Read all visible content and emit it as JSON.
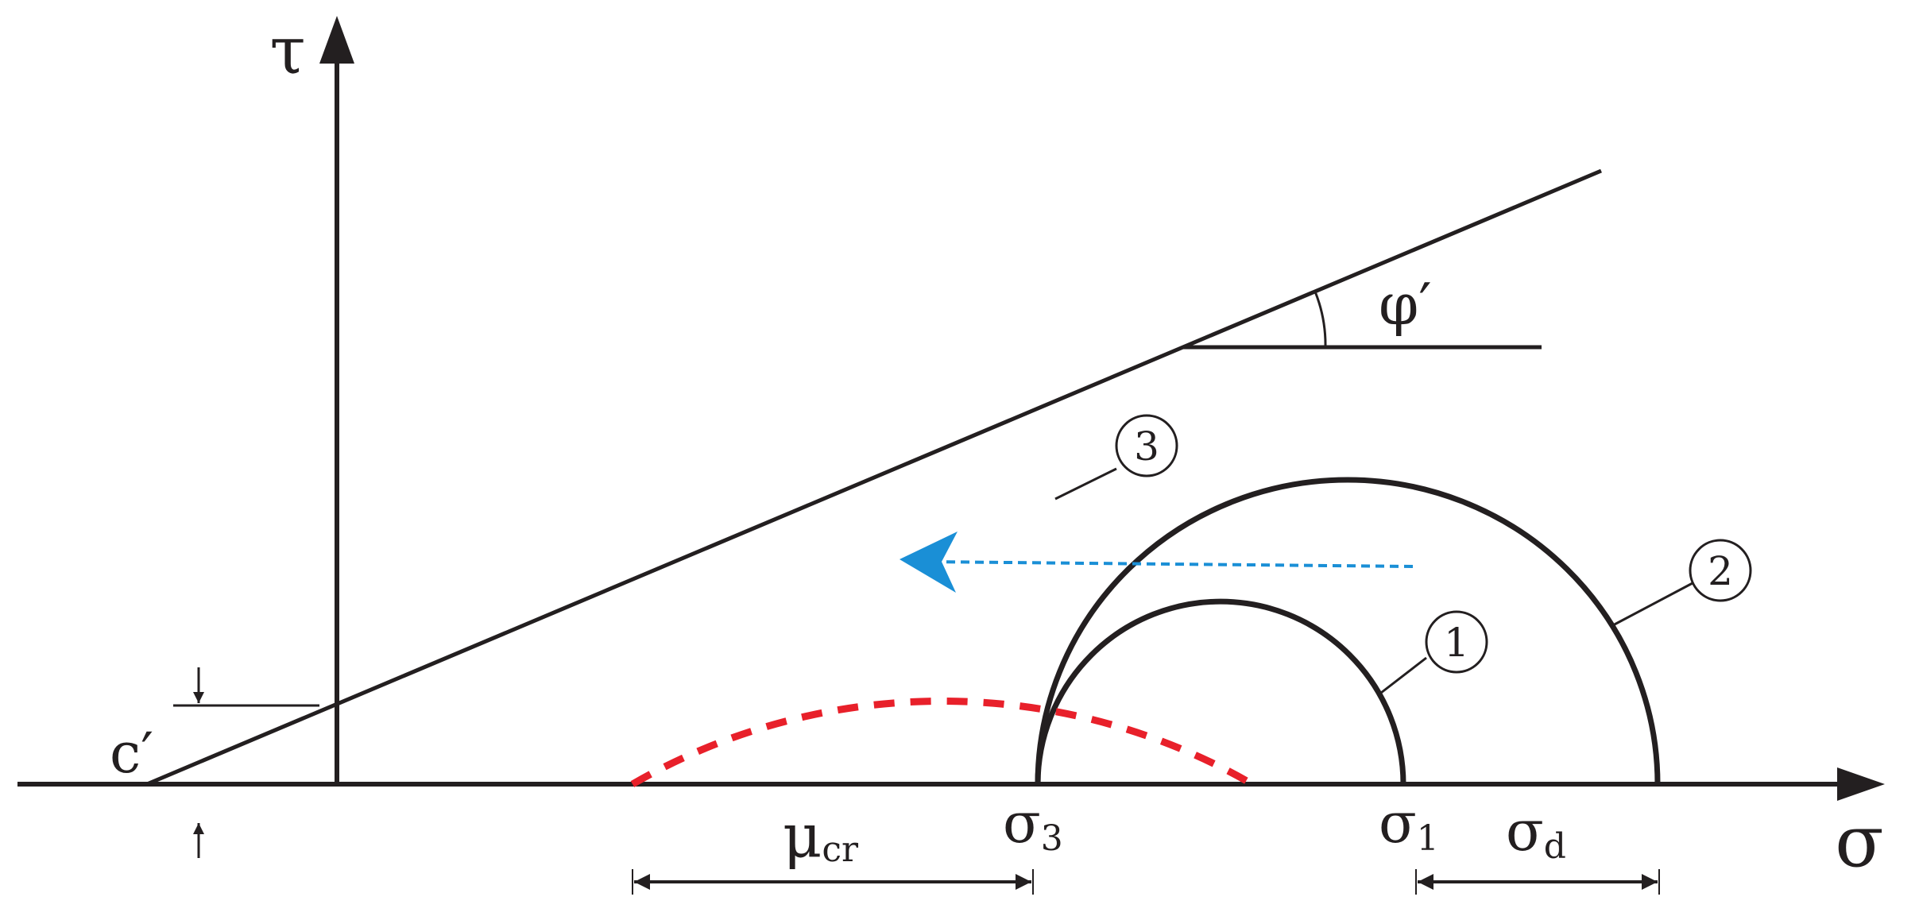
{
  "colors": {
    "ink": "#231f20",
    "dashed_circle": "#e8202a",
    "arrow": "#1a8fd6"
  },
  "labels": {
    "tau": "τ",
    "sigma": "σ",
    "phi_prime": "φ′",
    "c_prime": "c′",
    "sigma3_sym": "σ",
    "sigma3_sub": "3",
    "sigma1_sym": "σ",
    "sigma1_sub": "1",
    "sigmad_sym": "σ",
    "sigmad_sub": "d",
    "mucr_sym": "μ",
    "mucr_sub": "cr",
    "circle1": "1",
    "circle2": "2",
    "circle3": "3"
  }
}
